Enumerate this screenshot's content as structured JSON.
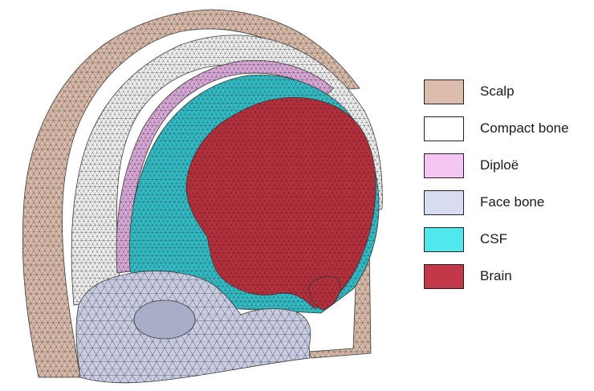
{
  "legend": {
    "items": [
      {
        "label": "Scalp",
        "color": "#dcbcaa"
      },
      {
        "label": "Compact bone",
        "color": "#ffffff"
      },
      {
        "label": "Diploë",
        "color": "#f4c6f1"
      },
      {
        "label": "Face bone",
        "color": "#d8dcf0"
      },
      {
        "label": "CSF",
        "color": "#4ee8ee"
      },
      {
        "label": "Brain",
        "color": "#c33848"
      }
    ]
  },
  "colors": {
    "mesh_line": "#3a3a3a",
    "scalp_fill": "#dcbcaa",
    "bone_fill": "#f7f7f7",
    "diploe_fill": "#e2aee0",
    "face_bone_fill": "#c9cde4",
    "csf_fill": "#2fc3cd",
    "brain_fill": "#b8323f"
  }
}
